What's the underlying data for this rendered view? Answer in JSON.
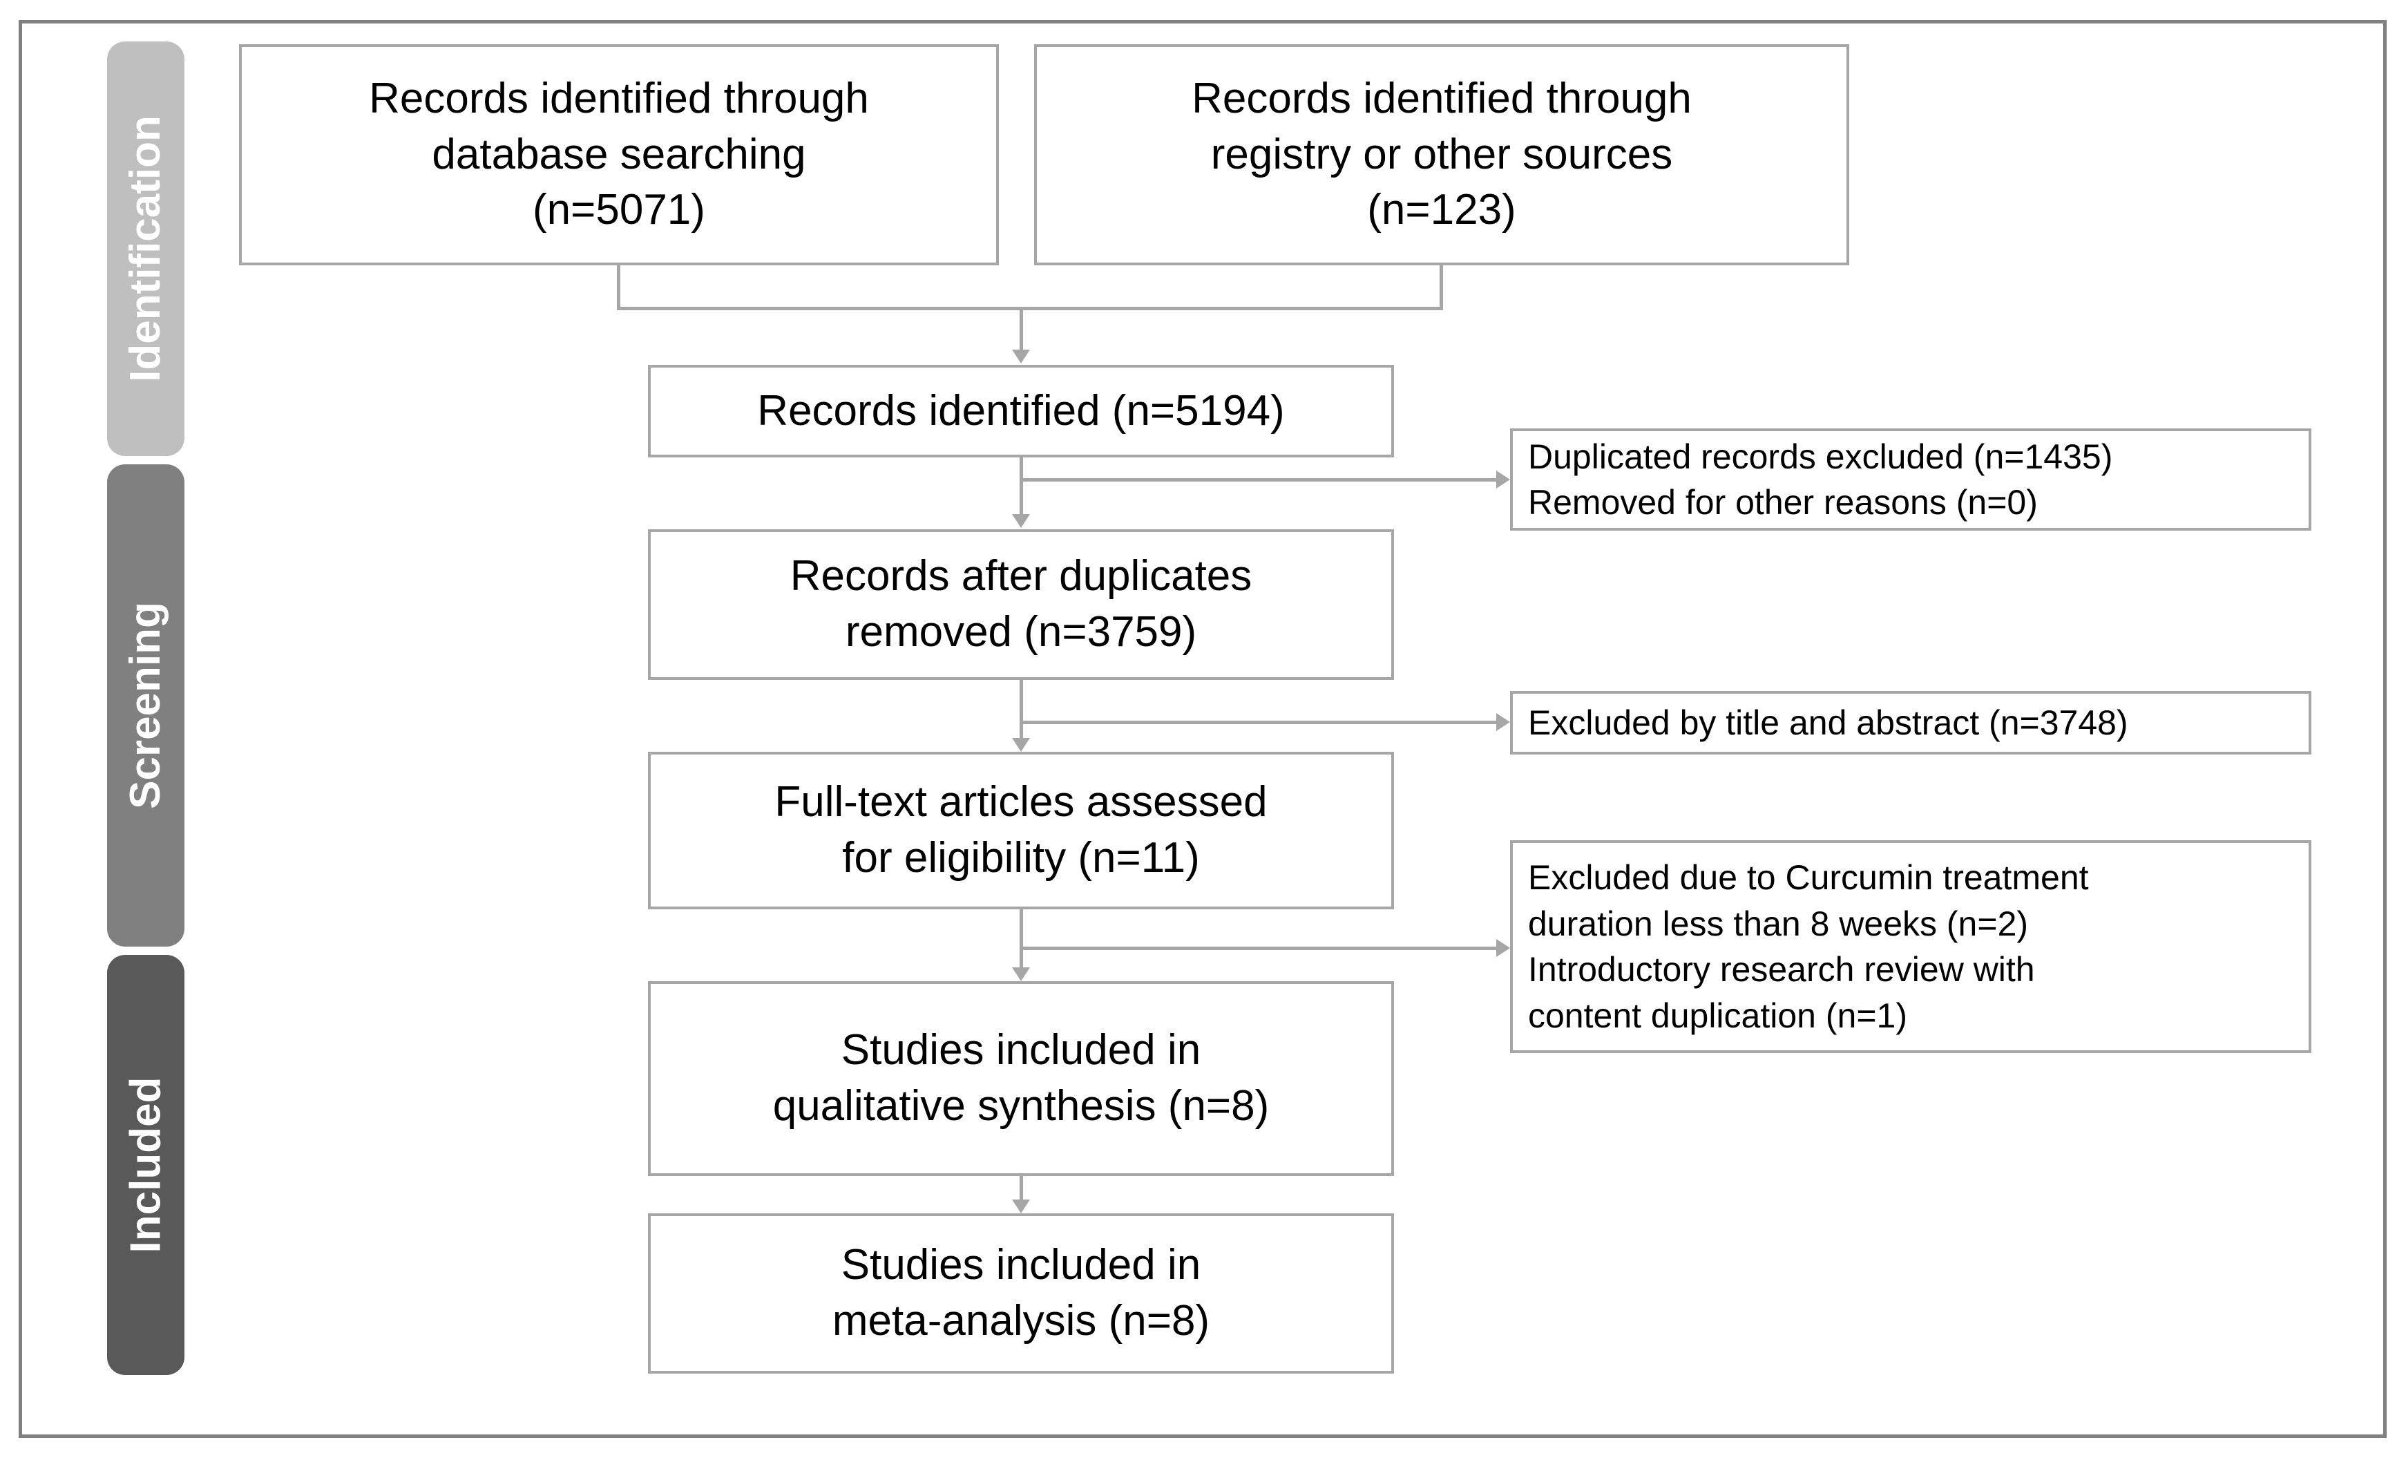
{
  "diagram": {
    "type": "prisma-flow-diagram",
    "stages": [
      {
        "id": "identification",
        "label": "Identification",
        "color": "#bfbfbf"
      },
      {
        "id": "screening",
        "label": "Screening",
        "color": "#808080"
      },
      {
        "id": "included",
        "label": "Included",
        "color": "#595959"
      }
    ],
    "boxes": {
      "database_search": {
        "line1": "Records identified through",
        "line2": "database searching",
        "line3": "(n=5071)"
      },
      "registry_search": {
        "line1": "Records identified through",
        "line2": "registry or other sources",
        "line3": "(n=123)"
      },
      "records_identified": {
        "line1": "Records identified (n=5194)"
      },
      "records_after_duplicates": {
        "line1": "Records after duplicates",
        "line2": "removed (n=3759)"
      },
      "fulltext_assessed": {
        "line1": "Full-text articles assessed",
        "line2": "for eligibility (n=11)"
      },
      "qualitative_synthesis": {
        "line1": "Studies included in",
        "line2": "qualitative synthesis (n=8)"
      },
      "meta_analysis": {
        "line1": "Studies included in",
        "line2": "meta-analysis (n=8)"
      },
      "excluded_duplicates": {
        "line1": "Duplicated records excluded (n=1435)",
        "line2": "Removed for other reasons (n=0)"
      },
      "excluded_title_abstract": {
        "line1": "Excluded by title and abstract (n=3748)"
      },
      "excluded_fulltext": {
        "line1": "Excluded due to Curcumin treatment",
        "line2": "duration less than 8 weeks (n=2)",
        "line3": "Introductory research review with",
        "line4": "content duplication (n=1)"
      }
    },
    "counts": {
      "database_search": 5071,
      "registry_search": 123,
      "records_identified": 5194,
      "duplicates_excluded": 1435,
      "removed_other_reasons": 0,
      "records_after_duplicates": 3759,
      "excluded_title_abstract": 3748,
      "fulltext_assessed": 11,
      "excluded_duration_lt_8weeks": 2,
      "excluded_intro_review_duplication": 1,
      "qualitative_synthesis": 8,
      "meta_analysis": 8
    },
    "colors": {
      "box_border": "#a6a6a6",
      "connector": "#a6a6a6",
      "frame": "#808080",
      "text": "#000000",
      "stage_text": "#ffffff"
    }
  }
}
